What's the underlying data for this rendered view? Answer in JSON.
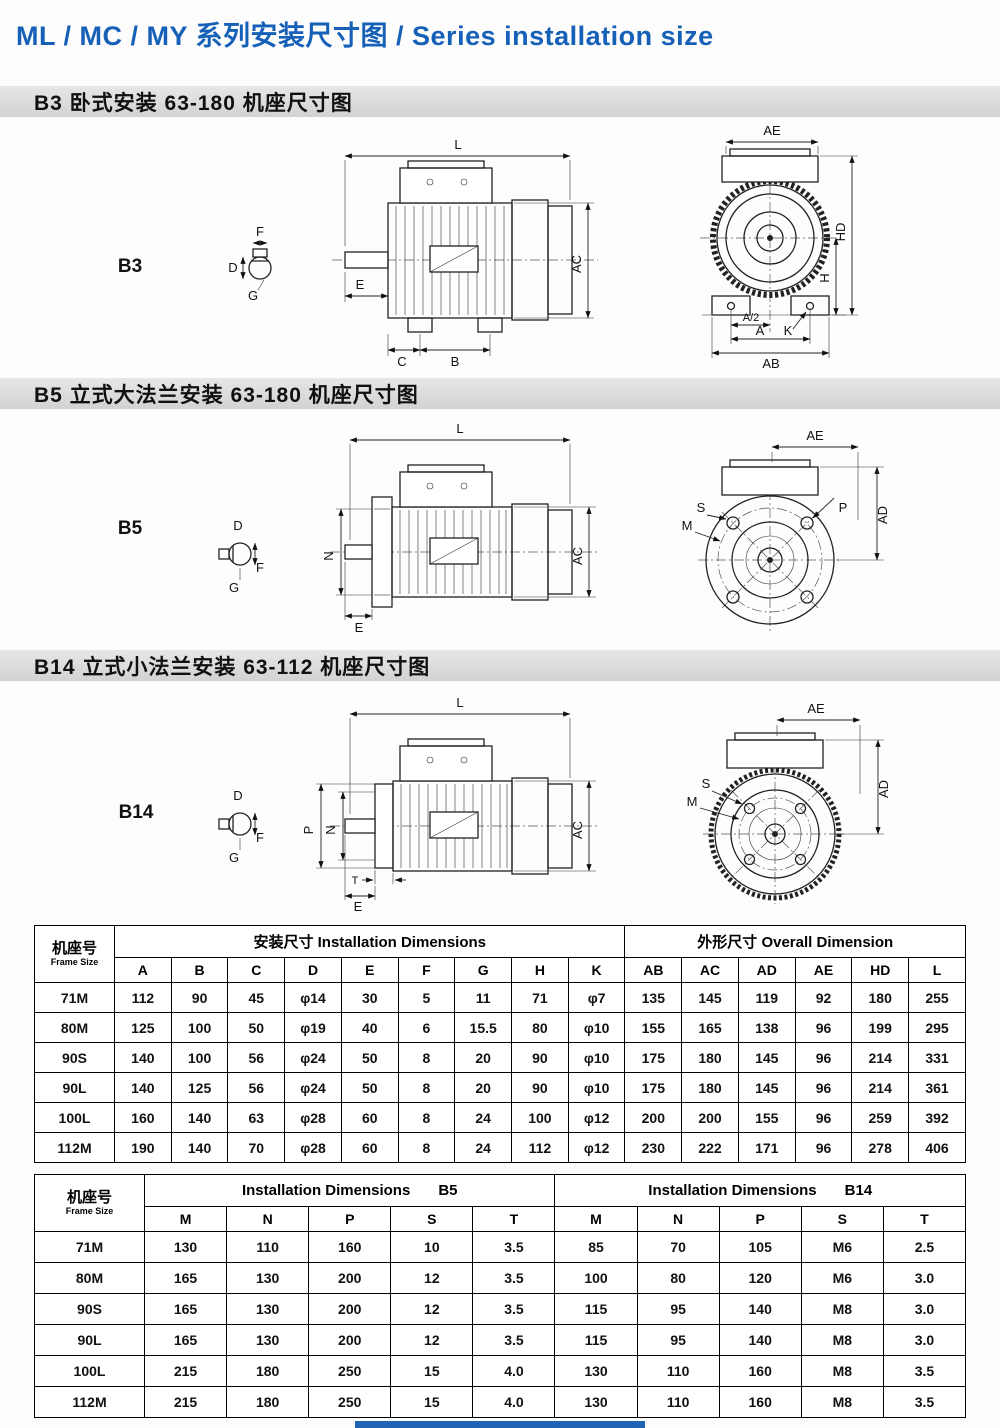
{
  "page": {
    "title_zh": "ML / MC / MY 系列安装尺寸图 /",
    "title_en": "Series installation size",
    "title_color": "#1660b8",
    "footer_bar_color": "#1e63b4"
  },
  "sections": {
    "b3": {
      "heading": "B3 卧式安装 63-180 机座尺寸图",
      "view_label": "B3",
      "labels": {
        "L": "L",
        "F": "F",
        "D": "D",
        "G": "G",
        "E": "E",
        "C": "C",
        "B": "B",
        "AC": "AC",
        "AE": "AE",
        "HD": "HD",
        "H": "H",
        "A2": "A/2",
        "A": "A",
        "K": "K",
        "AB": "AB"
      }
    },
    "b5": {
      "heading": "B5 立式大法兰安装 63-180 机座尺寸图",
      "view_label": "B5",
      "labels": {
        "L": "L",
        "D": "D",
        "F": "F",
        "G": "G",
        "N": "N",
        "E": "E",
        "AC": "AC",
        "AE": "AE",
        "S": "S",
        "M": "M",
        "P": "P",
        "AD": "AD"
      }
    },
    "b14": {
      "heading": "B14 立式小法兰安装 63-112 机座尺寸图",
      "view_label": "B14",
      "labels": {
        "L": "L",
        "D": "D",
        "F": "F",
        "G": "G",
        "P": "P",
        "N": "N",
        "T": "T",
        "E": "E",
        "AC": "AC",
        "AE": "AE",
        "S": "S",
        "M": "M",
        "AD": "AD"
      }
    }
  },
  "table1": {
    "frame_header_zh": "机座号",
    "frame_header_en": "Frame Size",
    "group_install": "安装尺寸 Installation Dimensions",
    "group_overall": "外形尺寸 Overall Dimension",
    "columns": [
      "A",
      "B",
      "C",
      "D",
      "E",
      "F",
      "G",
      "H",
      "K",
      "AB",
      "AC",
      "AD",
      "AE",
      "HD",
      "L"
    ],
    "rows": [
      {
        "frame": "71M",
        "values": [
          "112",
          "90",
          "45",
          "φ14",
          "30",
          "5",
          "11",
          "71",
          "φ7",
          "135",
          "145",
          "119",
          "92",
          "180",
          "255"
        ]
      },
      {
        "frame": "80M",
        "values": [
          "125",
          "100",
          "50",
          "φ19",
          "40",
          "6",
          "15.5",
          "80",
          "φ10",
          "155",
          "165",
          "138",
          "96",
          "199",
          "295"
        ]
      },
      {
        "frame": "90S",
        "values": [
          "140",
          "100",
          "56",
          "φ24",
          "50",
          "8",
          "20",
          "90",
          "φ10",
          "175",
          "180",
          "145",
          "96",
          "214",
          "331"
        ]
      },
      {
        "frame": "90L",
        "values": [
          "140",
          "125",
          "56",
          "φ24",
          "50",
          "8",
          "20",
          "90",
          "φ10",
          "175",
          "180",
          "145",
          "96",
          "214",
          "361"
        ]
      },
      {
        "frame": "100L",
        "values": [
          "160",
          "140",
          "63",
          "φ28",
          "60",
          "8",
          "24",
          "100",
          "φ12",
          "200",
          "200",
          "155",
          "96",
          "259",
          "392"
        ]
      },
      {
        "frame": "112M",
        "values": [
          "190",
          "140",
          "70",
          "φ28",
          "60",
          "8",
          "24",
          "112",
          "φ12",
          "230",
          "222",
          "171",
          "96",
          "278",
          "406"
        ]
      }
    ]
  },
  "table2": {
    "frame_header_zh": "机座号",
    "frame_header_en": "Frame Size",
    "b5_label": "Installation Dimensions",
    "b5_tag": "B5",
    "b14_label": "Installation Dimensions",
    "b14_tag": "B14",
    "columns": [
      "M",
      "N",
      "P",
      "S",
      "T",
      "M",
      "N",
      "P",
      "S",
      "T"
    ],
    "rows": [
      {
        "frame": "71M",
        "values": [
          "130",
          "110",
          "160",
          "10",
          "3.5",
          "85",
          "70",
          "105",
          "M6",
          "2.5"
        ]
      },
      {
        "frame": "80M",
        "values": [
          "165",
          "130",
          "200",
          "12",
          "3.5",
          "100",
          "80",
          "120",
          "M6",
          "3.0"
        ]
      },
      {
        "frame": "90S",
        "values": [
          "165",
          "130",
          "200",
          "12",
          "3.5",
          "115",
          "95",
          "140",
          "M8",
          "3.0"
        ]
      },
      {
        "frame": "90L",
        "values": [
          "165",
          "130",
          "200",
          "12",
          "3.5",
          "115",
          "95",
          "140",
          "M8",
          "3.0"
        ]
      },
      {
        "frame": "100L",
        "values": [
          "215",
          "180",
          "250",
          "15",
          "4.0",
          "130",
          "110",
          "160",
          "M8",
          "3.5"
        ]
      },
      {
        "frame": "112M",
        "values": [
          "215",
          "180",
          "250",
          "15",
          "4.0",
          "130",
          "110",
          "160",
          "M8",
          "3.5"
        ]
      }
    ]
  }
}
